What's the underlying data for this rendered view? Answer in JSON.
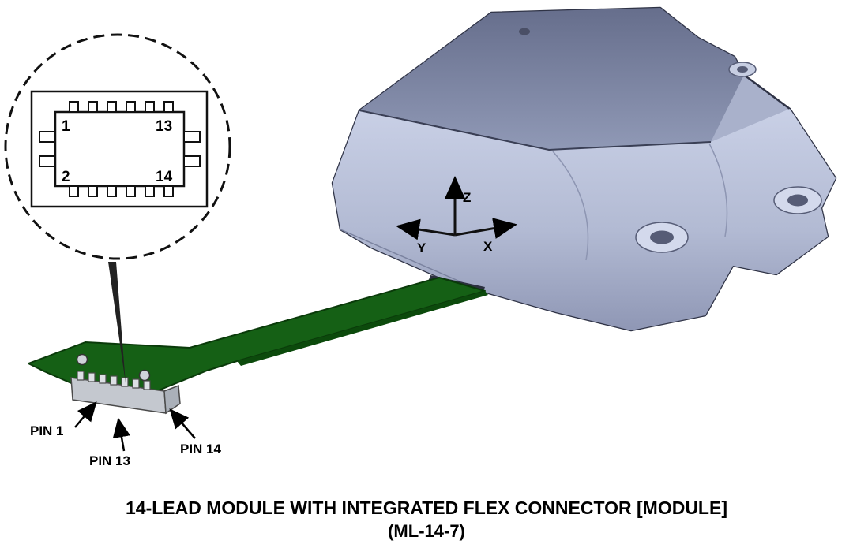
{
  "figure": {
    "caption_line1": "14-LEAD MODULE WITH INTEGRATED FLEX CONNECTOR [MODULE]",
    "caption_line2": "(ML-14-7)"
  },
  "detail_view": {
    "pin_top_left": "1",
    "pin_top_right": "13",
    "pin_bottom_left": "2",
    "pin_bottom_right": "14"
  },
  "axes": {
    "x_label": "X",
    "y_label": "Y",
    "z_label": "Z"
  },
  "pin_labels": {
    "pin1": "PIN 1",
    "pin13": "PIN 13",
    "pin14": "PIN 14"
  },
  "colors": {
    "background": "#ffffff",
    "outline": "#2f3346",
    "module_light": "#b9c1d8",
    "module_dark": "#79819e",
    "flex_green": "#156015",
    "connector_gray": "#c4c8cf",
    "text": "#000000"
  }
}
